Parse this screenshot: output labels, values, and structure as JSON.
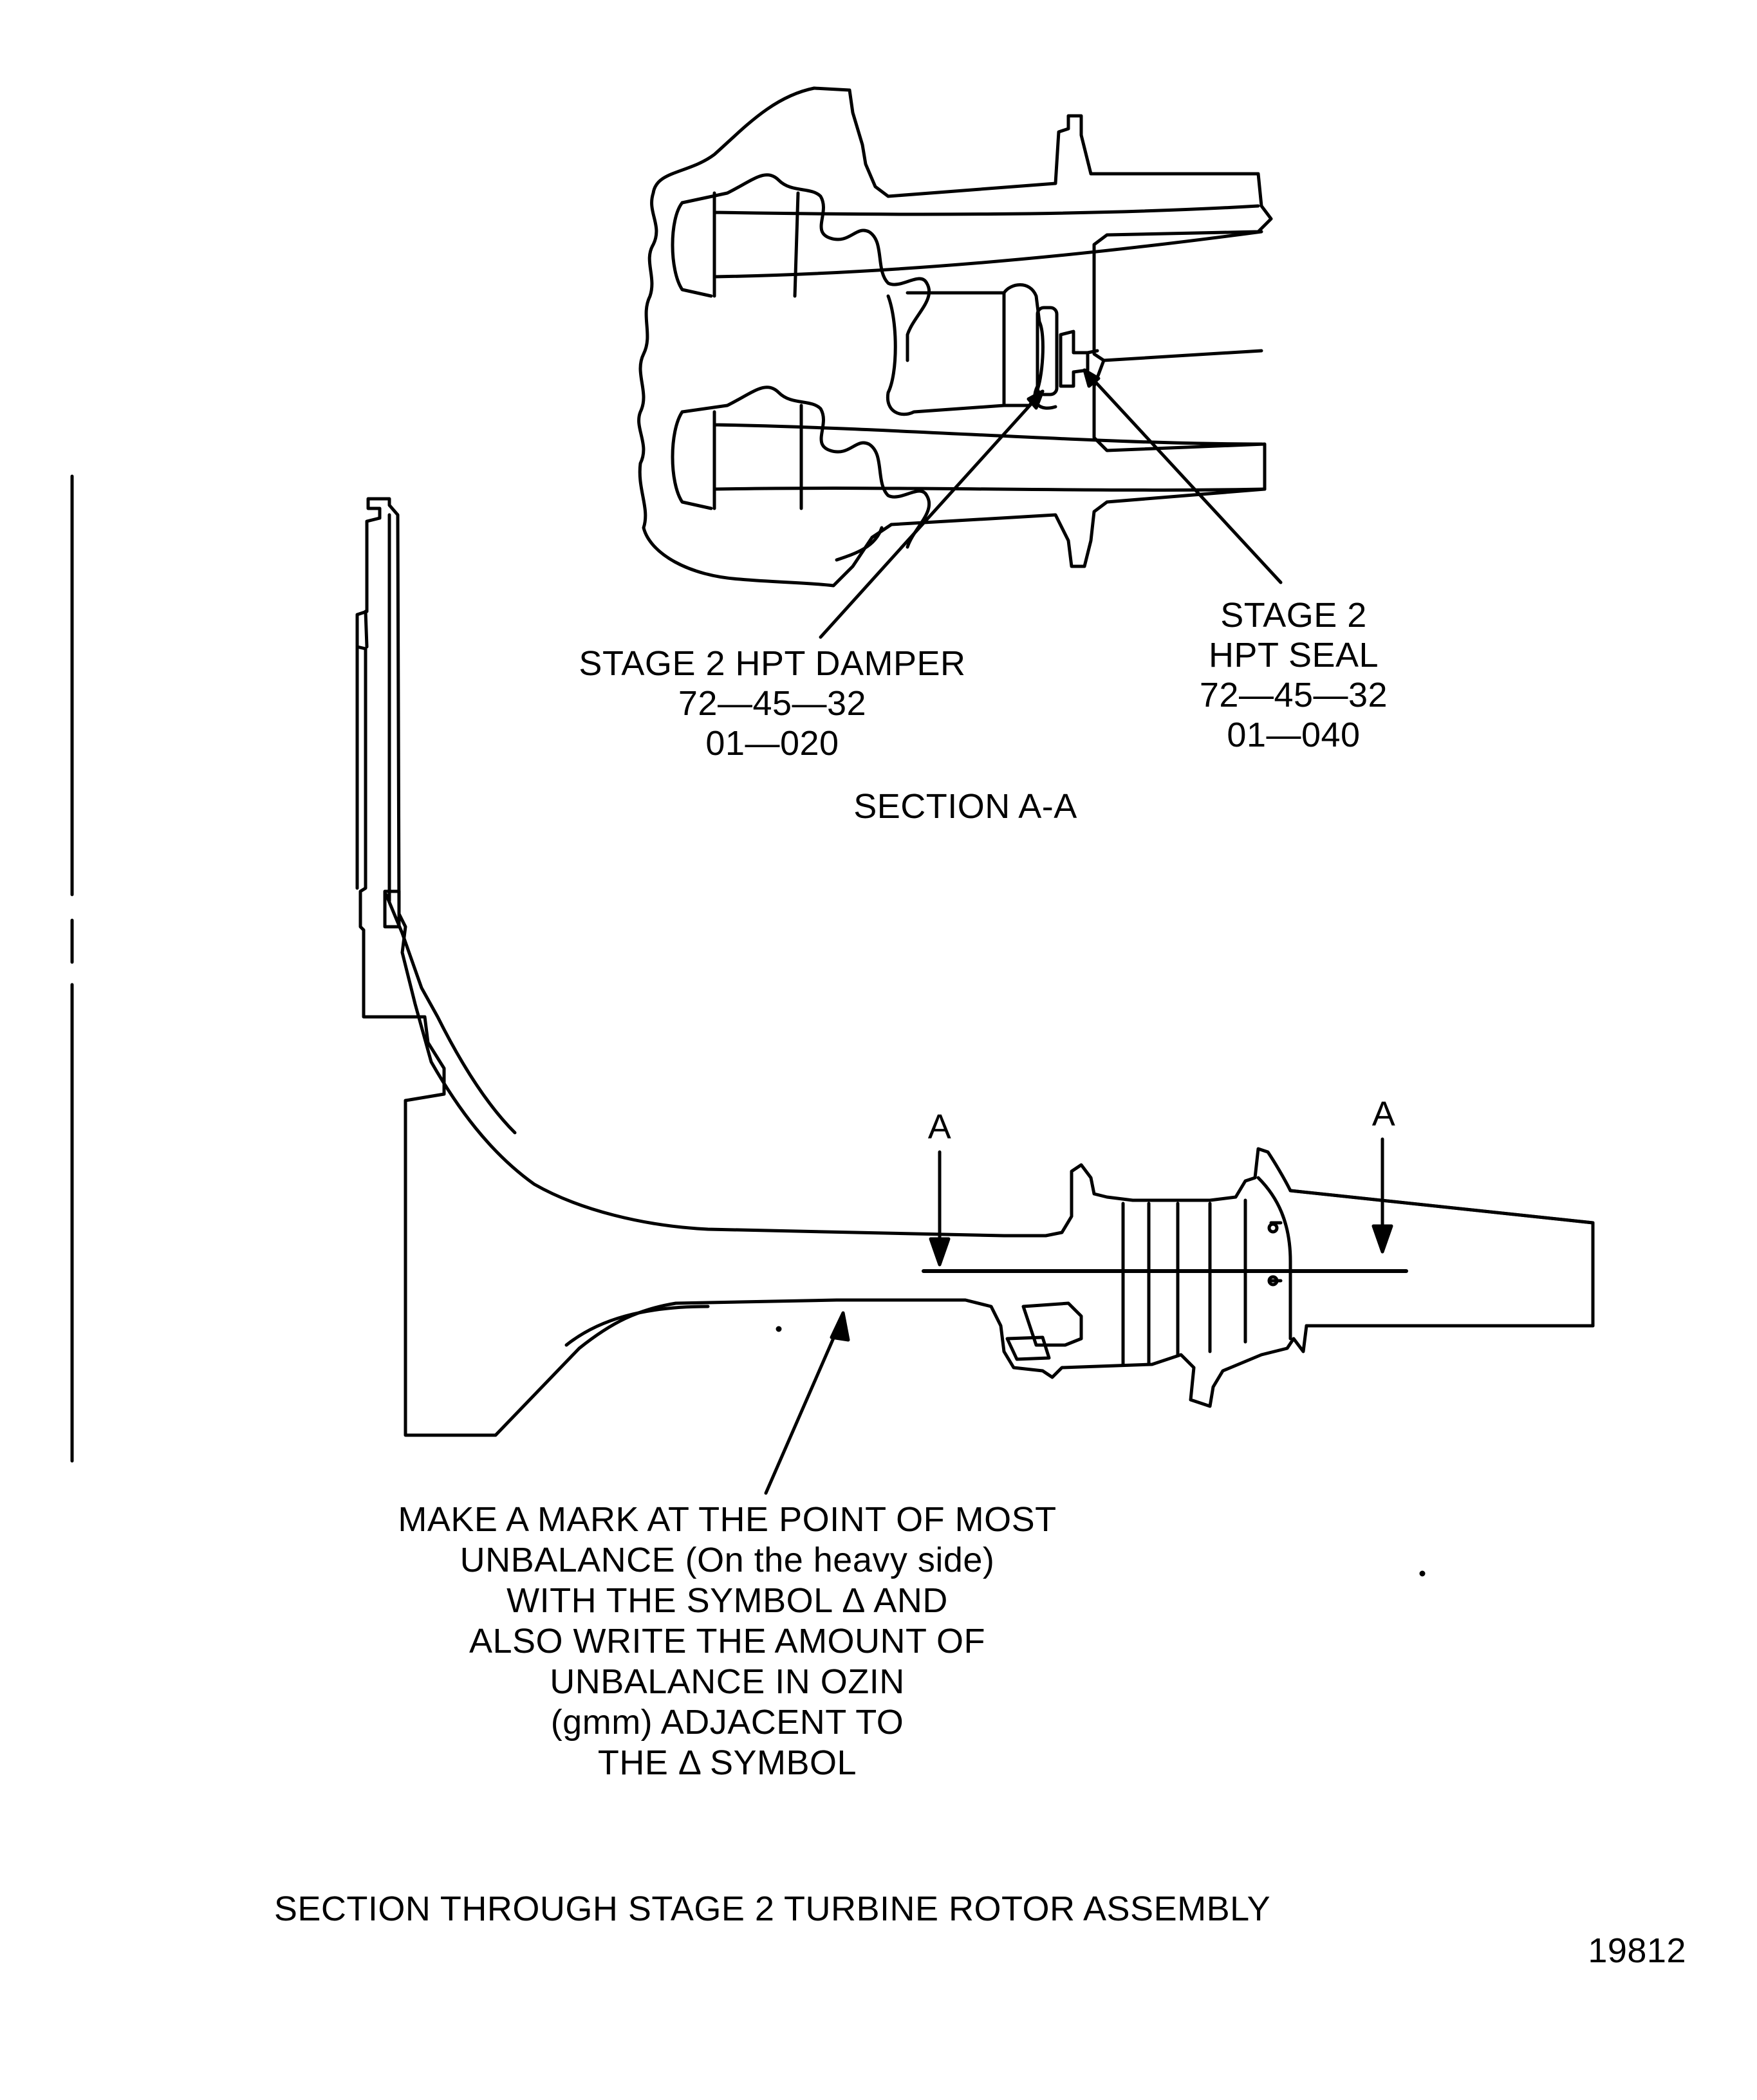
{
  "section_view": {
    "title": "SECTION A-A",
    "damper_label": [
      "STAGE 2 HPT DAMPER",
      "72—45—32",
      "01—020"
    ],
    "seal_label": [
      "STAGE 2",
      "HPT SEAL",
      "72—45—32",
      "01—040"
    ]
  },
  "main_view": {
    "section_marker_left": "A",
    "section_marker_right": "A",
    "instruction_lines": [
      "MAKE A MARK AT THE POINT OF MOST",
      "UNBALANCE (On the heavy side)",
      "WITH THE SYMBOL Δ AND",
      "ALSO WRITE THE AMOUNT OF",
      "UNBALANCE IN  OZIN",
      "(gmm)  ADJACENT TO",
      "THE Δ SYMBOL"
    ]
  },
  "figure_title": "SECTION THROUGH STAGE 2 TURBINE ROTOR ASSEMBLY",
  "figure_number": "19812"
}
